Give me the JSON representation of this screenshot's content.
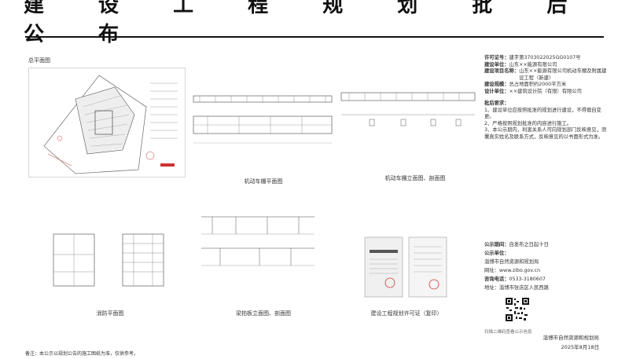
{
  "header": {
    "title": "建 设 工 程 规 划 批 后 公 布"
  },
  "panels": {
    "site_plan": {
      "label": "总平面图"
    },
    "elevation_north_south": {
      "caption": "机动车棚平面图"
    },
    "elevation_east_west": {
      "caption": "机动车棚立面图、剖面图"
    },
    "floor_plan": {
      "caption": "消防平面图"
    },
    "section": {
      "caption": "梁拍板立面图、剖面图"
    },
    "permit": {
      "caption": "建设工程规划许可证（复印）"
    }
  },
  "project_info": {
    "rows": [
      {
        "key": "许可证号：",
        "value": "建字第3703022025GG0107号"
      },
      {
        "key": "建设单位：",
        "value": "山东××能源有限公司"
      },
      {
        "key": "建设项目名称：",
        "value": "山东××能源有限公司机动车棚及附属建设工程（新建）"
      },
      {
        "key": "建设规模：",
        "value": "总占地面积约2000平方米"
      },
      {
        "key": "设计单位：",
        "value": "××建筑设计院（有限）有限公司"
      }
    ],
    "notes_title": "批后要求：",
    "notes": [
      "1、建设单位应按照批准的规划进行建设，不得擅自变更。",
      "2、严格按照规划批准的内容进行施工。",
      "3、本公示期内，利害关系人可向规划部门反映意见，须署真实姓名及联系方式，反映意见的以书面形式为准。"
    ]
  },
  "contact": {
    "rows": [
      {
        "key": "公示期间：",
        "value": "自发布之日起十日"
      },
      {
        "key": "公示单位：",
        "value": ""
      },
      {
        "key": "",
        "value": "淄博市自然资源和规划局"
      },
      {
        "key": "",
        "value": "网址：www.zibo.gov.cn"
      },
      {
        "key": "咨询电话：",
        "value": "0533-3180607"
      },
      {
        "key": "",
        "value": "地址：淄博市张店区人民西路"
      }
    ],
    "qr_note": "扫描二维码查看公示信息"
  },
  "footer": {
    "note": "备注：本公示以规划公告的施工图纸为准，仅供参考。",
    "org": "淄博市自然资源和规划局",
    "date": "2025年8月18日"
  }
}
